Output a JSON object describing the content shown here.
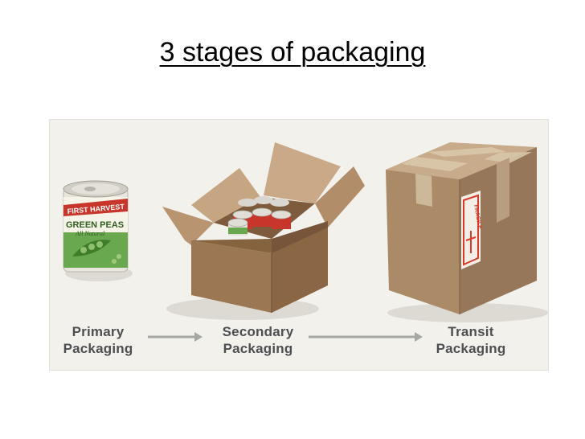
{
  "slide": {
    "title": "3 stages of packaging"
  },
  "stages": [
    {
      "line1": "Primary",
      "line2": "Packaging"
    },
    {
      "line1": "Secondary",
      "line2": "Packaging"
    },
    {
      "line1": "Transit",
      "line2": "Packaging"
    }
  ],
  "can_label": {
    "brand": "FIRST HARVEST",
    "product": "GREEN PEAS",
    "tagline": "All Natural"
  },
  "sticker_text": "FRAGILE",
  "colors": {
    "panel_bg": "#f2f1ec",
    "cardboard": "#a07f5e",
    "tape": "#cdb899",
    "can_label_green": "#6aa84f",
    "can_brand_red": "#c8352a",
    "fragile_red": "#d93a2b",
    "arrow": "#a7a7a3",
    "label_text": "#4e4f52"
  },
  "icons": [
    "pea-can-icon",
    "open-box-of-cans-icon",
    "sealed-shipping-box-icon",
    "right-arrow-icon"
  ]
}
